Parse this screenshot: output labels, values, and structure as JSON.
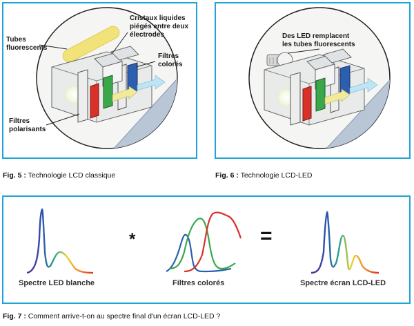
{
  "fig5": {
    "labels": {
      "tubes": [
        "Tubes",
        "fluorescents"
      ],
      "cristaux": [
        "Cristaux liquides",
        "piégés entre deux",
        "électrodes"
      ],
      "filtres_colores": [
        "Filtres",
        "colorés"
      ],
      "filtres_polarisants": [
        "Filtres",
        "polarisants"
      ]
    },
    "caption": {
      "number": "Fig. 5 :",
      "text": " Technologie LCD classique"
    }
  },
  "fig6": {
    "labels": {
      "led": [
        "Des LED remplacent",
        "les tubes fluorescents"
      ]
    },
    "caption": {
      "number": "Fig. 6 :",
      "text": " Technologie LCD-LED"
    }
  },
  "fig7": {
    "spectra": {
      "led_blanche": "Spectre LED blanche",
      "filtres_colores": "Filtres colorés",
      "ecran": "Spectre écran LCD-LED"
    },
    "operators": {
      "multiply": "*",
      "equals": "="
    },
    "caption": {
      "number": "Fig. 7 :",
      "text": " Comment arrive-t-on au spectre final d'un écran LCD-LED ?"
    }
  },
  "colors": {
    "frame": "#1fa4d6",
    "red": "#d9302a",
    "green": "#3aa84a",
    "blue": "#2c5fb0",
    "yellow": "#f2e27a",
    "arrow": "#bfe4f3"
  }
}
